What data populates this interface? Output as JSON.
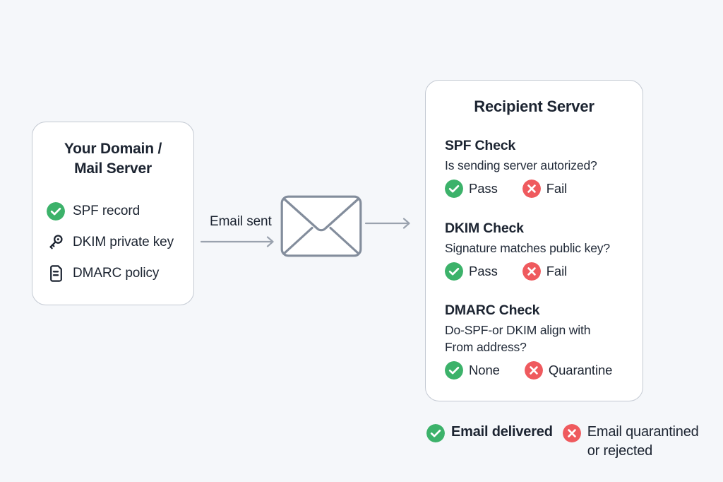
{
  "page": {
    "background_color": "#f5f7fa",
    "text_color": "#1c2431"
  },
  "colors": {
    "pass_green": "#3cb26a",
    "fail_red": "#ef5a5e",
    "card_border": "#c3c9d2",
    "arrow_gray": "#9aa2ae",
    "envelope_stroke": "#838d9c"
  },
  "sender_card": {
    "title": "Your Domain /\nMail Server",
    "title_line1": "Your Domain /",
    "title_line2": "Mail Server",
    "items": [
      {
        "icon": "check-circle-icon",
        "label": "SPF record"
      },
      {
        "icon": "key-icon",
        "label": "DKIM private key"
      },
      {
        "icon": "document-icon",
        "label": "DMARC policy"
      }
    ]
  },
  "flow": {
    "email_sent_label": "Email sent",
    "envelope_icon": "envelope-icon",
    "arrow_left_icon": "arrow-right-icon",
    "arrow_right_icon": "arrow-right-icon"
  },
  "recipient_card": {
    "title": "Recipient Server",
    "checks": [
      {
        "heading": "SPF Check",
        "question": "Is sending server autorized?",
        "outcomes": [
          {
            "status": "pass",
            "icon": "check-circle-icon",
            "label": "Pass"
          },
          {
            "status": "fail",
            "icon": "x-circle-icon",
            "label": "Fail"
          }
        ]
      },
      {
        "heading": "DKIM Check",
        "question": "Signature matches public key?",
        "outcomes": [
          {
            "status": "pass",
            "icon": "check-circle-icon",
            "label": "Pass"
          },
          {
            "status": "fail",
            "icon": "x-circle-icon",
            "label": "Fail"
          }
        ]
      },
      {
        "heading": "DMARC Check",
        "question": "Do-SPF-or DKIM align with From address?",
        "question_line1": "Do-SPF-or DKIM align with",
        "question_line2": "From address?",
        "outcomes": [
          {
            "status": "pass",
            "icon": "check-circle-icon",
            "label": "None"
          },
          {
            "status": "fail",
            "icon": "x-circle-icon",
            "label": "Quarantine"
          }
        ]
      }
    ]
  },
  "legend": {
    "items": [
      {
        "status": "pass",
        "icon": "check-circle-icon",
        "label": "Email delivered"
      },
      {
        "status": "fail",
        "icon": "x-circle-icon",
        "label": "Email quarantined or rejected"
      }
    ]
  }
}
